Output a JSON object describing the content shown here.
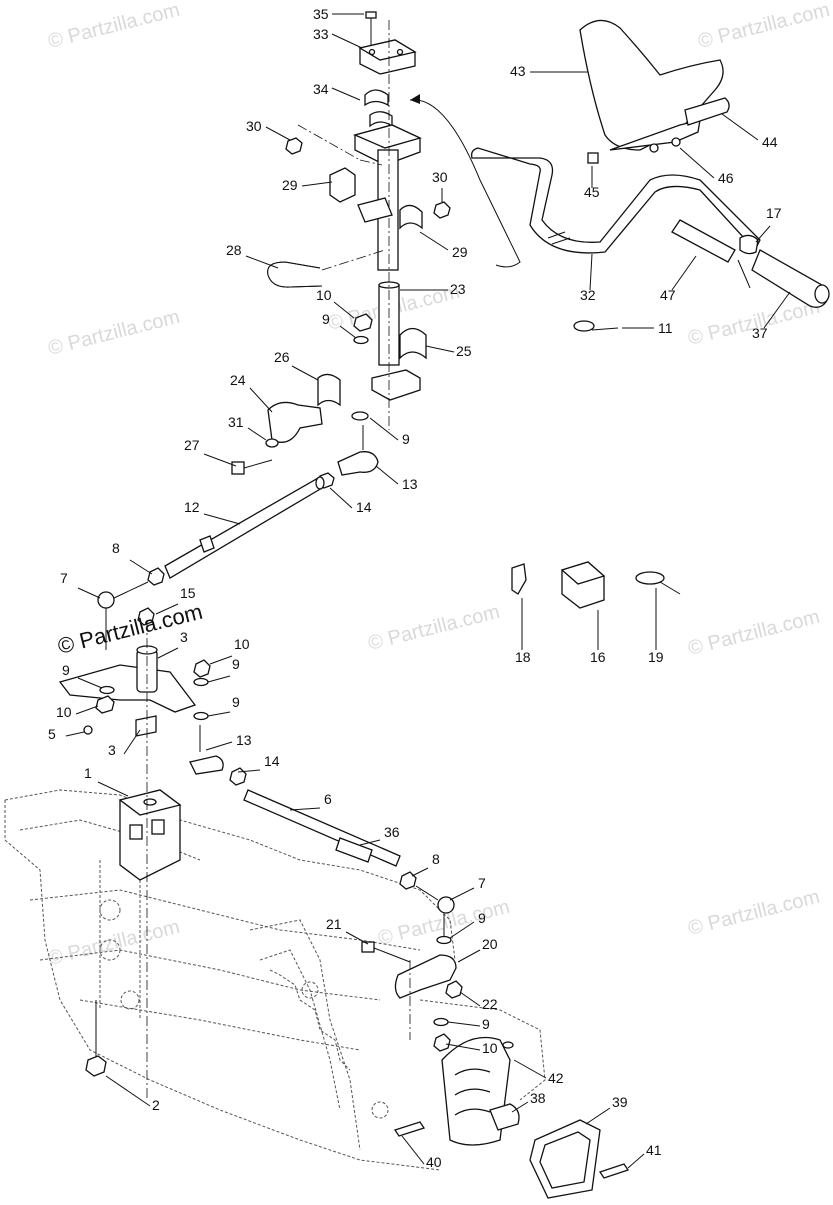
{
  "diagram": {
    "watermarks": [
      "© Partzilla.com",
      "© Partzilla.com",
      "© Partzilla.com",
      "© Partzilla.com",
      "© Partzilla.com",
      "© Partzilla.com",
      "© Partzilla.com",
      "© Partzilla.com",
      "© Partzilla.com",
      "© Partzilla.com"
    ],
    "main_watermark": "© Partzilla.com",
    "callouts": [
      "35",
      "33",
      "34",
      "30",
      "29",
      "30",
      "29",
      "28",
      "23",
      "10",
      "9",
      "25",
      "26",
      "24",
      "31",
      "9",
      "27",
      "13",
      "14",
      "12",
      "8",
      "7",
      "15",
      "3",
      "10",
      "9",
      "9",
      "10",
      "5",
      "9",
      "3",
      "13",
      "14",
      "1",
      "6",
      "36",
      "8",
      "7",
      "9",
      "21",
      "20",
      "22",
      "9",
      "10",
      "42",
      "38",
      "40",
      "2",
      "39",
      "41",
      "43",
      "44",
      "45",
      "46",
      "17",
      "32",
      "47",
      "37",
      "11",
      "18",
      "16",
      "19"
    ]
  }
}
